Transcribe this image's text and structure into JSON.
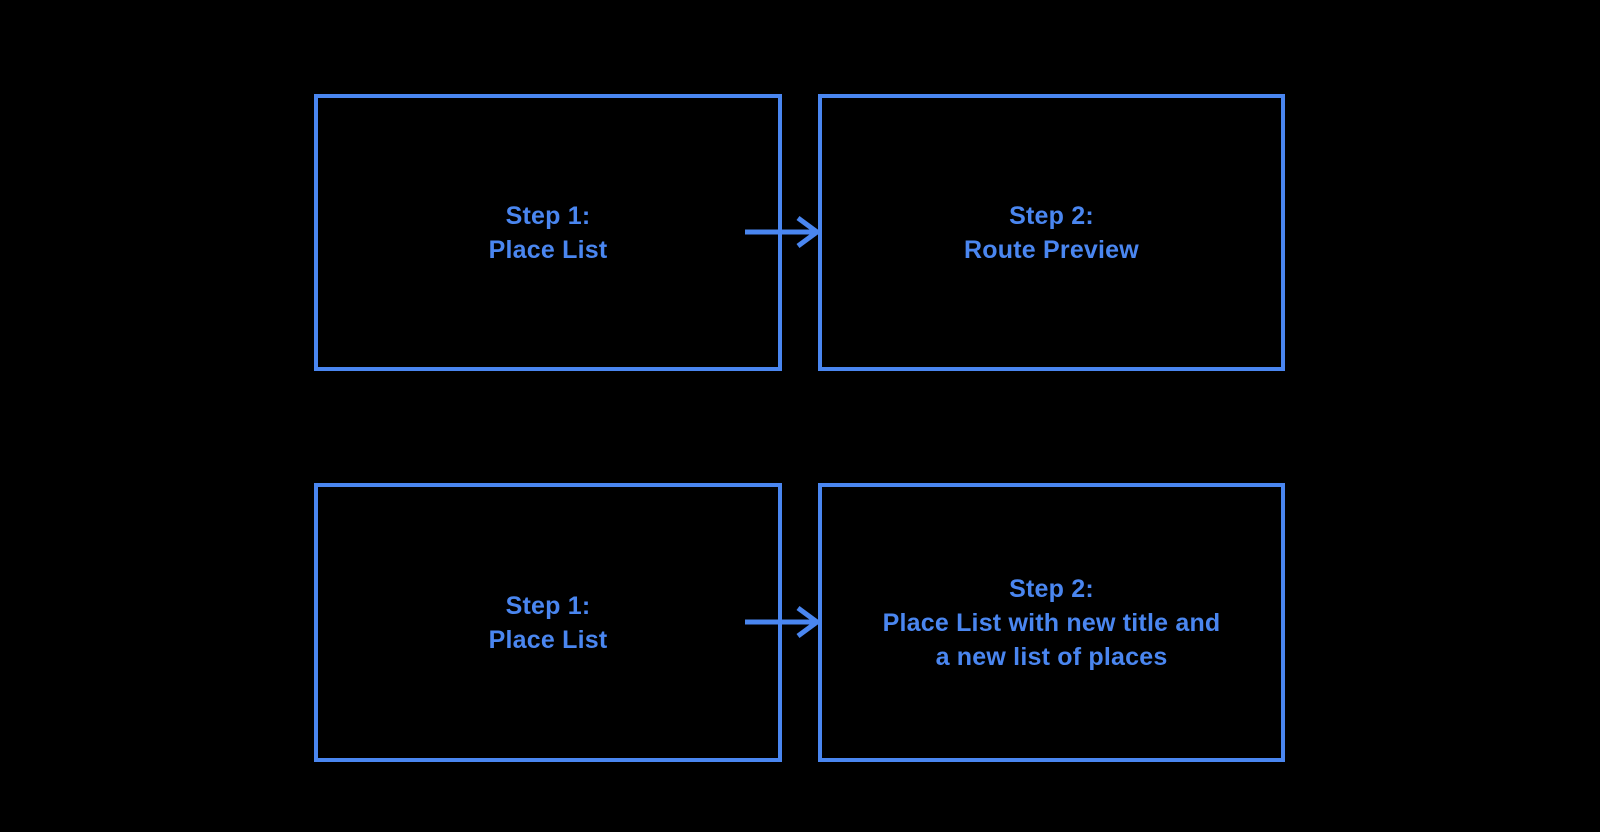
{
  "colors": {
    "accent": "#4a86f0",
    "background": "#000000"
  },
  "flowchart": {
    "description": "two-step flow diagram repeated twice",
    "rows": [
      {
        "source": {
          "lines": [
            "Step 1:",
            "Place List"
          ]
        },
        "connector": "right-arrow",
        "target": {
          "lines": [
            "Step 2:",
            "Route Preview"
          ]
        }
      },
      {
        "source": {
          "lines": [
            "Step 1:",
            "Place List"
          ]
        },
        "connector": "right-arrow",
        "target": {
          "lines": [
            "Step 2:",
            "Place List with new title and",
            "a new list of places"
          ]
        }
      }
    ]
  }
}
